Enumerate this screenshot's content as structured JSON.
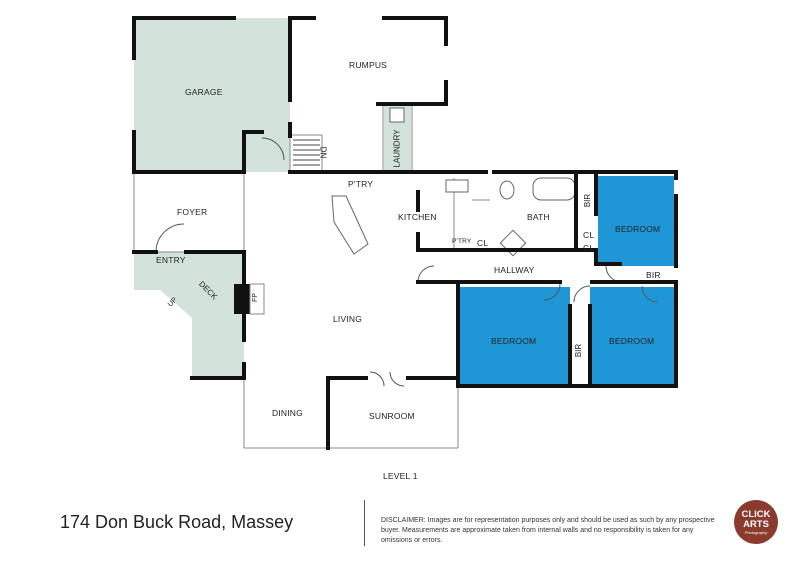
{
  "rooms": {
    "garage": "GARAGE",
    "rumpus": "RUMPUS",
    "laundry": "LAUNDRY",
    "dn": "DN",
    "ptry_top": "P'TRY",
    "ptry_small": "P'TRY",
    "kitchen": "KITCHEN",
    "foyer": "FOYER",
    "entry": "ENTRY",
    "deck": "DECK",
    "up": "UP",
    "fp": "FP",
    "living": "LIVING",
    "dining": "DINING",
    "sunroom": "SUNROOM",
    "bath": "BATH",
    "bir_top": "BIR",
    "bir_right": "BIR",
    "bir_middle": "BIR",
    "cl_small": "CL",
    "cl_upper": "CL",
    "cl_lower": "CL",
    "bedroom_top_right": "BEDROOM",
    "bedroom_left": "BEDROOM",
    "bedroom_right": "BEDROOM",
    "hallway": "HALLWAY"
  },
  "level": "LEVEL 1",
  "address": "174 Don Buck Road, Massey",
  "disclaimer": "DISCLAIMER: Images are for representation purposes only and should be used as such by any prospective buyer. Measurements are approximate taken from internal walls and no responsibility is taken for any omissions or errors.",
  "logo": {
    "line1": "CLICK",
    "line2": "ARTS",
    "line3": "Photography"
  },
  "colors": {
    "wall": "#111111",
    "garage_fill": "#d3e2da",
    "bedroom_fill": "#1f97d6",
    "logo_bg": "#8b3a2e"
  }
}
